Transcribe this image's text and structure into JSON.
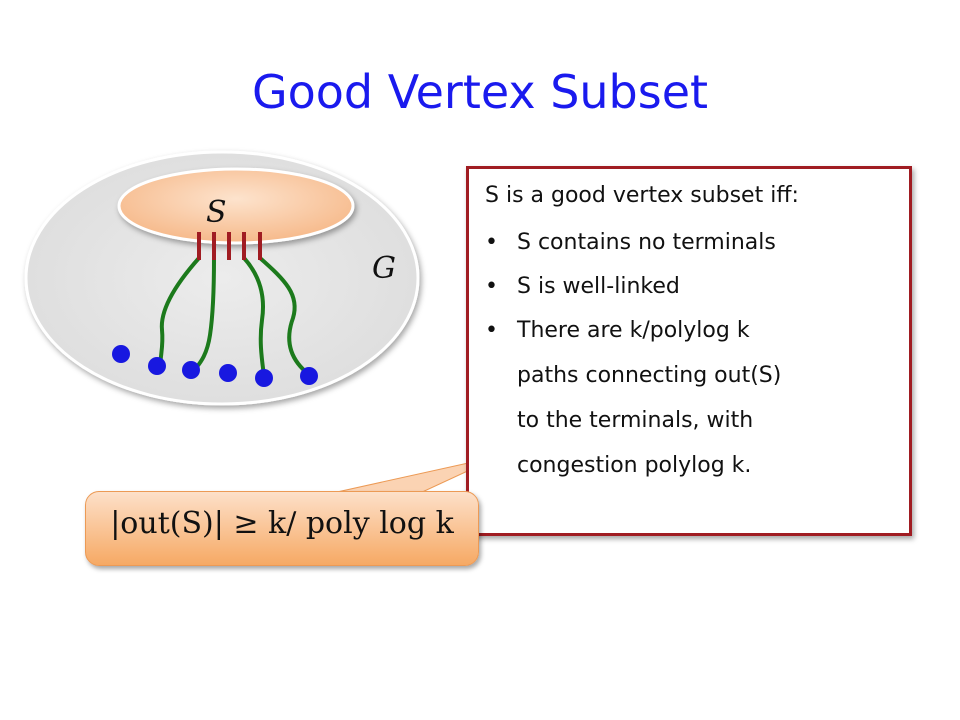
{
  "title": "Good Vertex Subset",
  "diagram": {
    "graph_label": "G",
    "subset_label": "S",
    "colors": {
      "graph_fill": "#e6e6e6",
      "subset_fill": "#f9c9a4",
      "edge": "#a01c22",
      "path": "#1c7a1c",
      "terminal": "#1818e0"
    }
  },
  "definition": {
    "header": "S is a good vertex subset iff:",
    "bullets": [
      {
        "text": "S contains no terminals"
      },
      {
        "text": "S is well-linked"
      },
      {
        "text": "There are k/polylog k"
      },
      {
        "text": "paths connecting out(S)"
      },
      {
        "text": "to the terminals, with"
      },
      {
        "text": "congestion polylog k."
      }
    ]
  },
  "callout": {
    "formula": "|out(S)| ≥ k/ poly log k"
  }
}
